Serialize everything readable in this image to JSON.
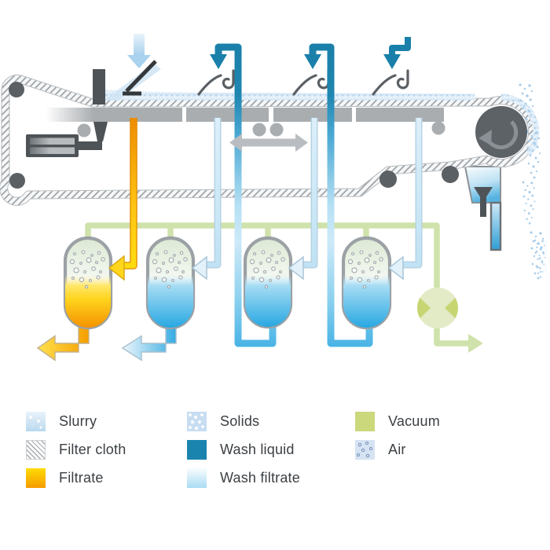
{
  "legend": {
    "items": [
      {
        "id": "slurry",
        "label": "Slurry",
        "color": "#c9dff2"
      },
      {
        "id": "filter-cloth",
        "label": "Filter cloth",
        "color": "#a6abaf"
      },
      {
        "id": "filtrate",
        "label": "Filtrate",
        "color": "#f7a300"
      },
      {
        "id": "solids",
        "label": "Solids",
        "color": "#c7ddf2"
      },
      {
        "id": "wash-liquid",
        "label": "Wash liquid",
        "color": "#1a84ae"
      },
      {
        "id": "wash-filtrate",
        "label": "Wash filtrate",
        "color": "#a9dcf4"
      },
      {
        "id": "vacuum",
        "label": "Vacuum",
        "color": "#ccd87c"
      },
      {
        "id": "air",
        "label": "Air",
        "color": "#d6e3f3"
      }
    ]
  },
  "machine": {
    "type": "horizontal-vacuum-belt-filter-process-scheme",
    "stations": [
      "slurry-feed",
      "wash-stage-1",
      "wash-stage-2",
      "wash-stage-3",
      "solids-discharge",
      "cloth-wash-station"
    ],
    "receivers": [
      {
        "name": "filtrate-receiver",
        "content": "filtrate",
        "liquid_color": "#f49200"
      },
      {
        "name": "wash-filtrate-receiver-1",
        "content": "wash-filtrate",
        "liquid_color": "#28a8e2"
      },
      {
        "name": "wash-filtrate-receiver-2",
        "content": "wash-filtrate",
        "liquid_color": "#28a8e2"
      },
      {
        "name": "wash-filtrate-receiver-3",
        "content": "wash-filtrate",
        "liquid_color": "#28a8e2"
      }
    ],
    "vacuum_pump_color": "#ccd87c",
    "wash_liquid_color": "#1a80aa",
    "belt_cloth_color": "#9aa0a4"
  }
}
